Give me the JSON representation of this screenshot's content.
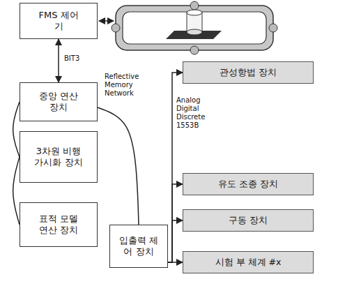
{
  "diagram": {
    "nodes": [
      {
        "text": [
          "FMS 제어기"
        ]
      },
      {
        "text": [
          "중앙 연산 장치"
        ]
      },
      {
        "text": [
          "3차원 비행 가시화 장치"
        ]
      },
      {
        "text": [
          "표적 모델 연산 장치"
        ]
      },
      {
        "text": [
          "입출력 제어 장치"
        ]
      },
      {
        "text": [
          "관성항법 장치"
        ]
      },
      {
        "text": [
          "유도 조종 장치"
        ]
      },
      {
        "text": [
          "구동 장치"
        ]
      },
      {
        "text": [
          "시험 부 체계 #x"
        ]
      }
    ],
    "edges": [
      {
        "from": 0,
        "to": 1,
        "arrow": "both",
        "label": "BIT3"
      },
      {
        "from": 1,
        "to": 2,
        "arrow": "none"
      },
      {
        "from": 2,
        "to": 3,
        "arrow": "none"
      },
      {
        "from": 1,
        "to": 4,
        "arrow": "none",
        "label": "Reflective Memory Network"
      },
      {
        "from": 4,
        "to": 5,
        "arrow": "to"
      },
      {
        "from": 4,
        "to": 6,
        "arrow": "to"
      },
      {
        "from": 4,
        "to": 7,
        "arrow": "to"
      },
      {
        "from": 4,
        "to": 8,
        "arrow": "to"
      }
    ],
    "labels": [
      "Analog Digital Discrete 1553B"
    ]
  }
}
